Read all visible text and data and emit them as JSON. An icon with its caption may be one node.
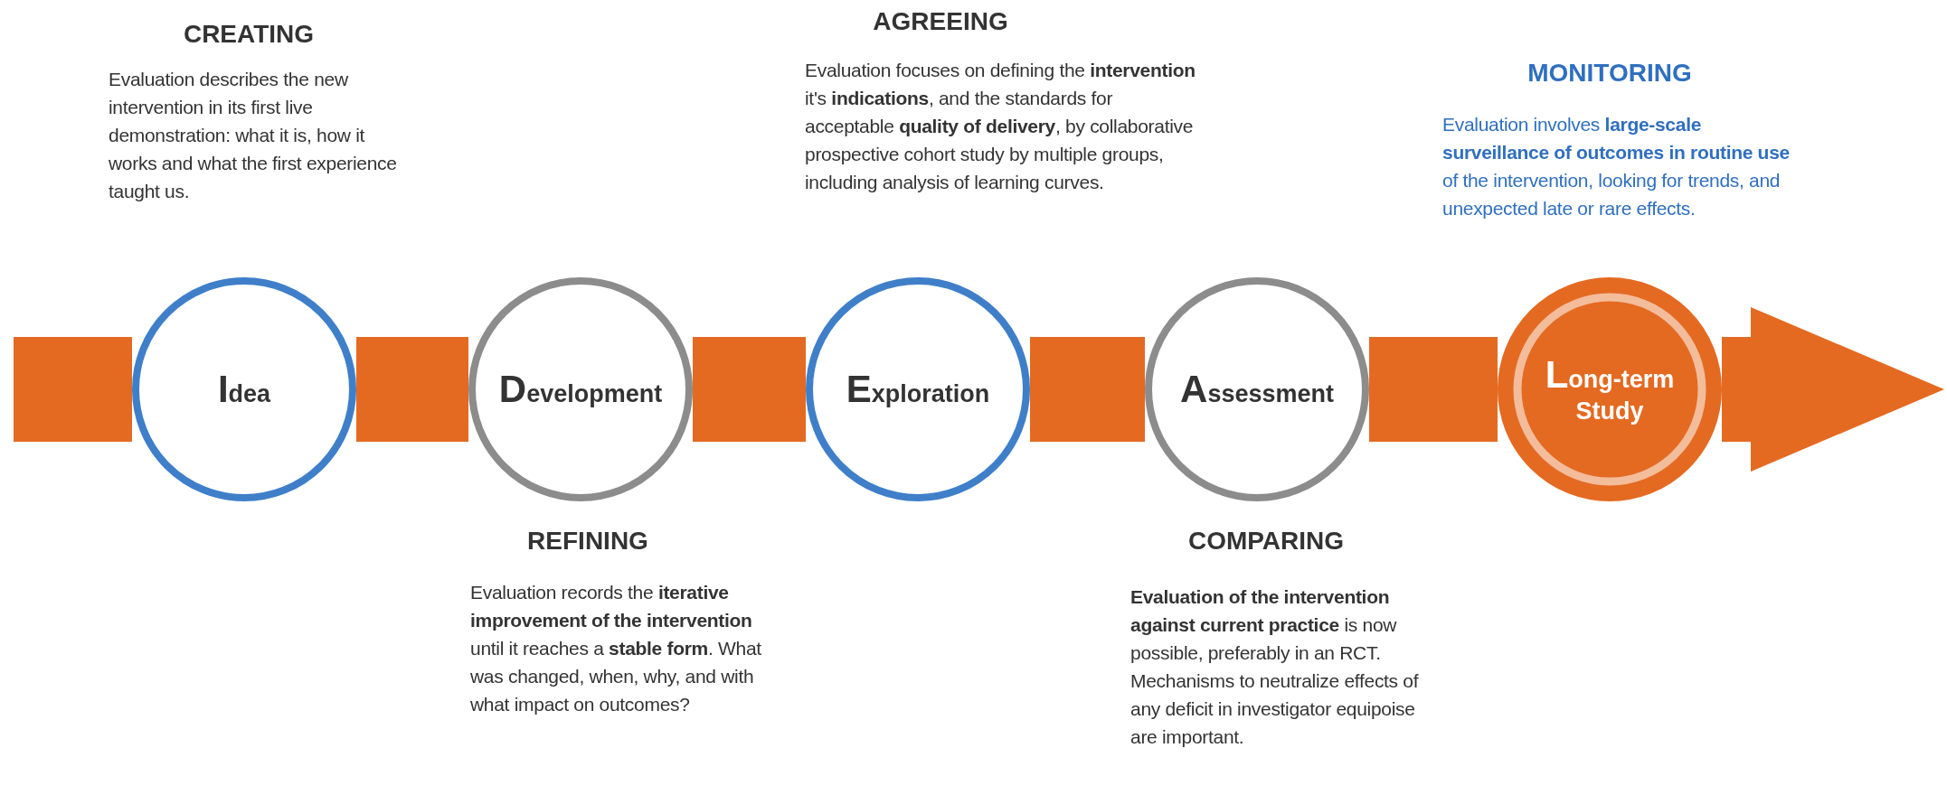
{
  "diagram": {
    "nodes": [
      {
        "text": [
          "Idea"
        ],
        "beside": [
          "CREATING",
          "Evaluation describes the new intervention in its first live demonstration: what it is, how it works and what the first experience taught us."
        ]
      },
      {
        "text": [
          "Development"
        ],
        "beside": [
          "REFINING",
          "Evaluation records the **iterative improvement of the intervention** until it reaches a **stable form**. What was changed, when, why, and with what impact on outcomes?"
        ]
      },
      {
        "text": [
          "Exploration"
        ],
        "beside": [
          "AGREEING",
          "Evaluation focuses on defining the **intervention** it's **indications**, and the standards for acceptable **quality of delivery**, by collaborative prospective cohort study by multiple groups, including analysis of learning curves."
        ]
      },
      {
        "text": [
          "Assessment"
        ],
        "beside": [
          "COMPARING",
          "**Evaluation of the intervention against current practice** is now possible, preferably in an RCT. Mechanisms to neutralize effects of any deficit in investigator equipoise are important."
        ]
      },
      {
        "text": [
          "Long-term Study"
        ],
        "beside": [
          "MONITORING",
          "Evaluation involves **large-scale surveillance of outcomes in routine use** of the intervention, looking for trends, and unexpected late or rare effects."
        ]
      }
    ],
    "edges": [
      {
        "from": null,
        "to": 0,
        "arrow": "none"
      },
      {
        "from": 0,
        "to": 1,
        "arrow": "none"
      },
      {
        "from": 1,
        "to": 2,
        "arrow": "none"
      },
      {
        "from": 2,
        "to": 3,
        "arrow": "none"
      },
      {
        "from": 3,
        "to": 4,
        "arrow": "none"
      },
      {
        "from": 4,
        "to": null,
        "arrow": "to"
      }
    ]
  }
}
